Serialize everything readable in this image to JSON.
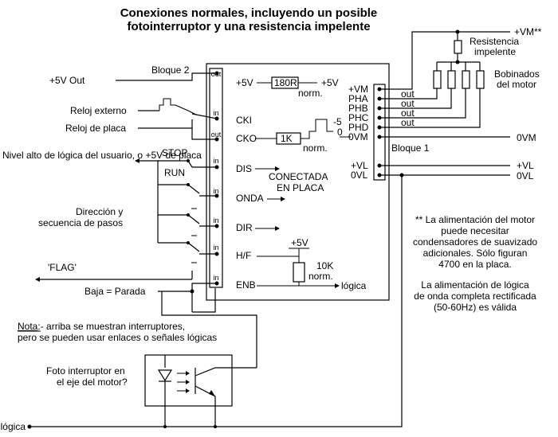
{
  "title": {
    "line1": "Conexiones normales, incluyendo un posible",
    "line2": "fotointerruptor y una resistencia impelente"
  },
  "block2": {
    "name": "Bloque 2",
    "out_label": "out",
    "in_label": "in"
  },
  "block1": {
    "name": "Bloque 1",
    "out_label": "out"
  },
  "inner": {
    "plus5v_left": "+5V",
    "plus5v_right": "+5V",
    "r180": "180R",
    "norm1": "norm.",
    "r1k": "1K",
    "norm2": "norm.",
    "pulse_neg": "-5",
    "pulse_zero": "0",
    "conectada_line1": "CONECTADA",
    "conectada_line2": "EN PLACA",
    "plus5v_pullup": "+5V",
    "r10k": "10K",
    "norm3": "norm.",
    "logica": "lógica"
  },
  "signals_b2": [
    "CKI",
    "CKO",
    "DIS",
    "ONDA",
    "DIR",
    "H/F",
    "ENB"
  ],
  "signals_b1": [
    "+VM",
    "PHA",
    "PHB",
    "PHC",
    "PHD",
    "0VM",
    "+VL",
    "0VL"
  ],
  "left": {
    "plus5v_out": "+5V Out",
    "reloj_externo": "Reloj externo",
    "reloj_placa": "Reloj de placa",
    "nivel_alto": "Nivel alto de lógica del usuario, o +5V de placa",
    "stop": "STOP",
    "run": "RUN",
    "direccion_line1": "Dirección y",
    "direccion_line2": "secuencia de pasos",
    "flag": "'FLAG'",
    "baja_parada": "Baja = Parada"
  },
  "right": {
    "vm_supply": "+VM**",
    "resistencia_line1": "Resistencia",
    "resistencia_line2": "impelente",
    "bobinados_line1": "Bobinados",
    "bobinados_line2": "del motor",
    "ovm": "0VM",
    "vl": "+VL",
    "ovl": "0VL"
  },
  "note_motor": [
    "** La alimentación del motor",
    "puede necesitar",
    "condensadores de suavizado",
    "adicionales. Sólo figuran",
    "4700 en la placa."
  ],
  "note_logic": [
    "La alimentación de lógica",
    "de onda completa rectificada",
    "(50-60Hz) es válida"
  ],
  "note_switch": {
    "nota": "Nota",
    "rest1": ":- arriba se muestran interruptores,",
    "line2": "pero se pueden usar enlaces o  señales lógicas"
  },
  "photo": {
    "line1": "Foto interruptor en",
    "line2": "el eje del motor?"
  },
  "retorno": "Retorno de lógica"
}
